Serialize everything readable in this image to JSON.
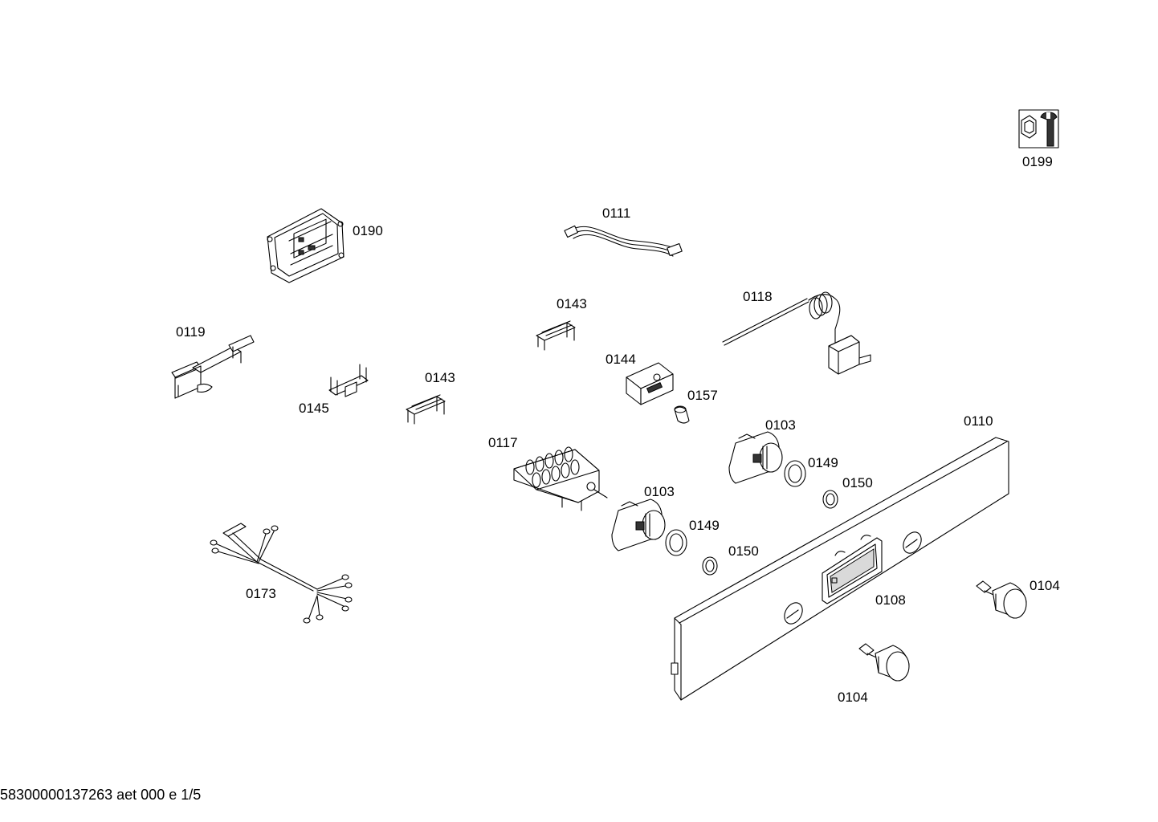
{
  "parts": [
    {
      "id": "p0199",
      "label": "0199",
      "icon": "wrench-nut-icon"
    },
    {
      "id": "p0190",
      "label": "0190"
    },
    {
      "id": "p0111",
      "label": "0111"
    },
    {
      "id": "p0143a",
      "label": "0143"
    },
    {
      "id": "p0118",
      "label": "0118"
    },
    {
      "id": "p0119",
      "label": "0119"
    },
    {
      "id": "p0144",
      "label": "0144"
    },
    {
      "id": "p0145",
      "label": "0145"
    },
    {
      "id": "p0143b",
      "label": "0143"
    },
    {
      "id": "p0157",
      "label": "0157"
    },
    {
      "id": "p0103a",
      "label": "0103"
    },
    {
      "id": "p0110",
      "label": "0110"
    },
    {
      "id": "p0117",
      "label": "0117"
    },
    {
      "id": "p0149a",
      "label": "0149"
    },
    {
      "id": "p0150a",
      "label": "0150"
    },
    {
      "id": "p0103b",
      "label": "0103"
    },
    {
      "id": "p0149b",
      "label": "0149"
    },
    {
      "id": "p0173",
      "label": "0173"
    },
    {
      "id": "p0150b",
      "label": "0150"
    },
    {
      "id": "p0104a",
      "label": "0104"
    },
    {
      "id": "p0108",
      "label": "0108"
    },
    {
      "id": "p0104b",
      "label": "0104"
    }
  ],
  "footer": {
    "text": "58300000137263 aet 000 e 1/5"
  }
}
